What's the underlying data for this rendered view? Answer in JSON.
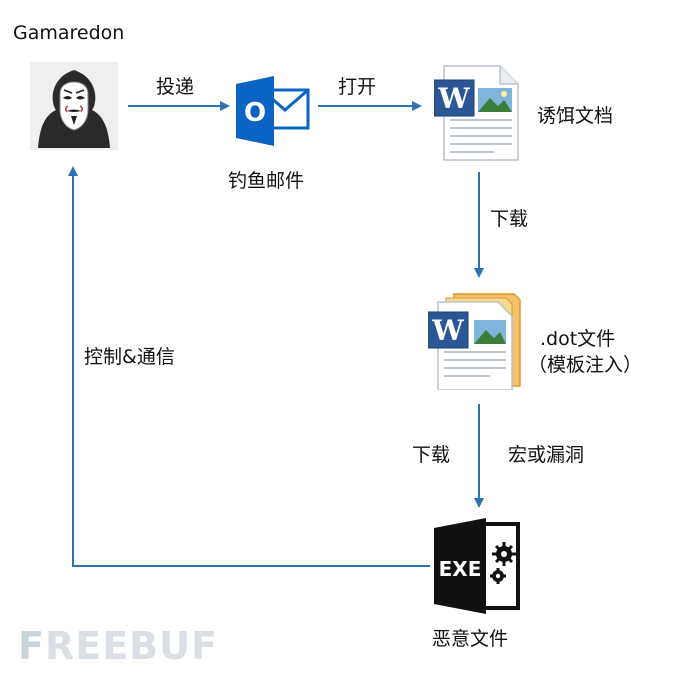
{
  "actor": "Gamaredon",
  "nodes": {
    "phishing_email": "钓鱼邮件",
    "bait_doc": "诱饵文档",
    "dot_file_line1": ".dot文件",
    "dot_file_line2": "（模板注入）",
    "malicious_file": "恶意文件"
  },
  "edges": {
    "deliver": "投递",
    "open": "打开",
    "download_1": "下载",
    "download_2": "下载",
    "macro_or_vuln": "宏或漏洞",
    "c2": "控制&通信"
  },
  "icons": {
    "outlook_letter": "O",
    "word_letter": "W",
    "exe_label": "EXE"
  },
  "watermark": {
    "brand_first": "F",
    "brand_rest": "REEBUF"
  },
  "colors": {
    "arrow": "#2e74b5",
    "outlook": "#0a64c4",
    "word": "#2b5797"
  }
}
